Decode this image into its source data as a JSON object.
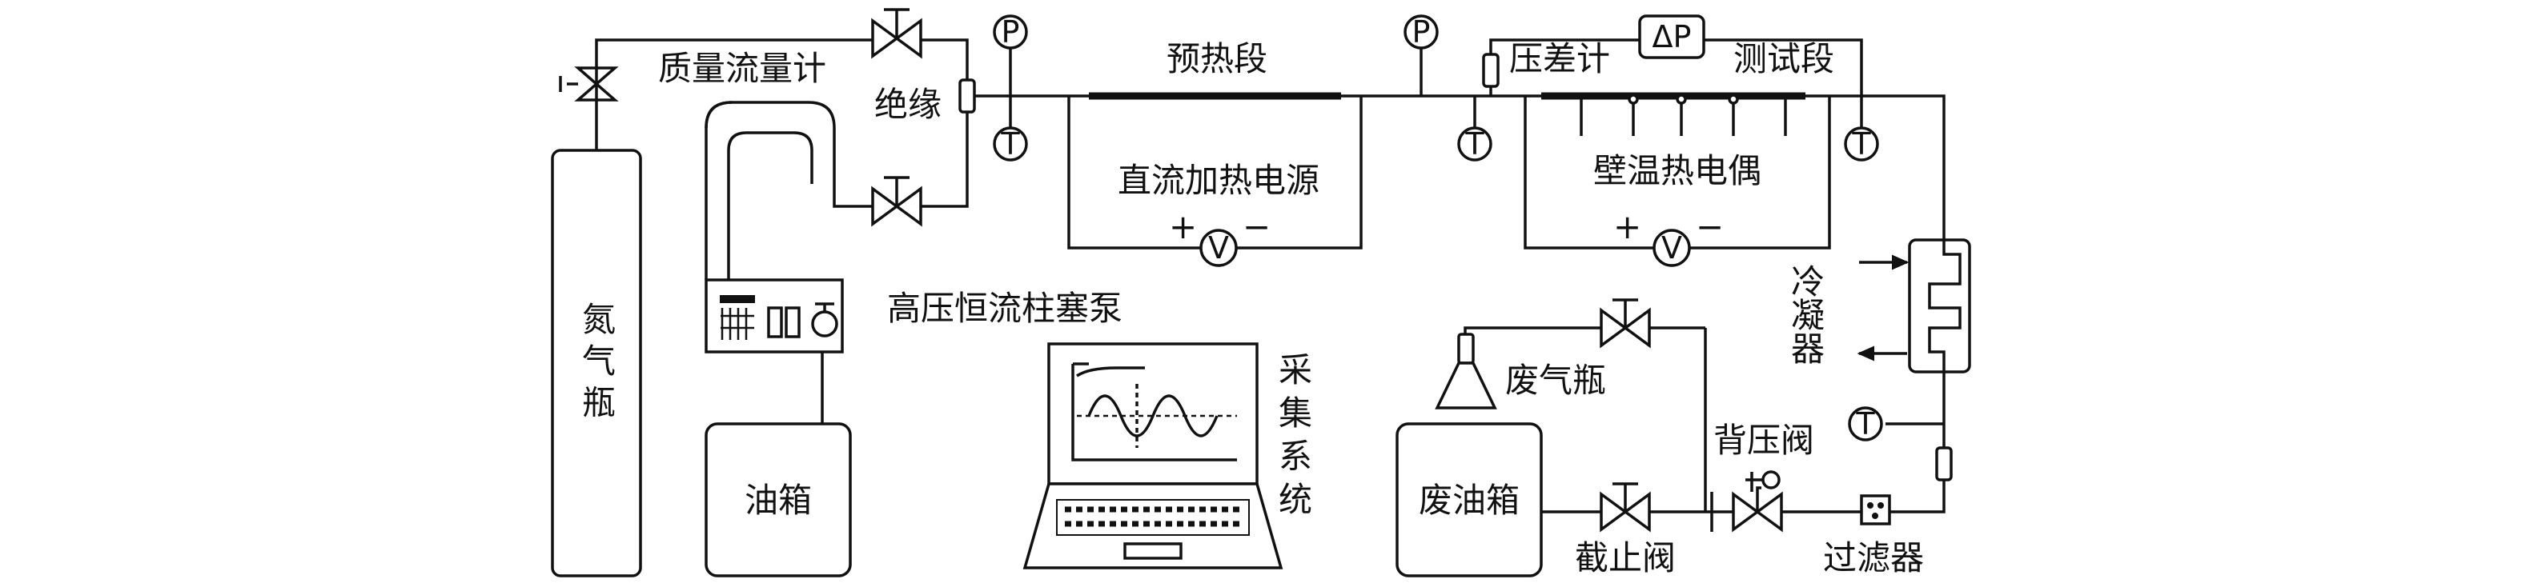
{
  "labels": {
    "nitrogen_cylinder": "氮气瓶",
    "mass_flow_meter": "质量流量计",
    "insulation": "绝缘",
    "preheating_section": "预热段",
    "dc_power_supply": "直流加热电源",
    "diff_pressure_gauge": "压差计",
    "test_section": "测试段",
    "wall_thermocouple": "壁温热电偶",
    "pump": "高压恒流柱塞泵",
    "oil_tank": "油箱",
    "acquisition_system": "采集系统",
    "condenser": "冷凝器",
    "waste_gas_bottle": "废气瓶",
    "waste_oil_tank": "废油箱",
    "back_pressure_valve": "背压阀",
    "stop_valve": "截止阀",
    "filter": "过滤器"
  },
  "symbols": {
    "pressure": "P",
    "temperature": "T",
    "delta_p": "ΔP",
    "voltage": "V",
    "plus": "+",
    "minus": "−"
  }
}
